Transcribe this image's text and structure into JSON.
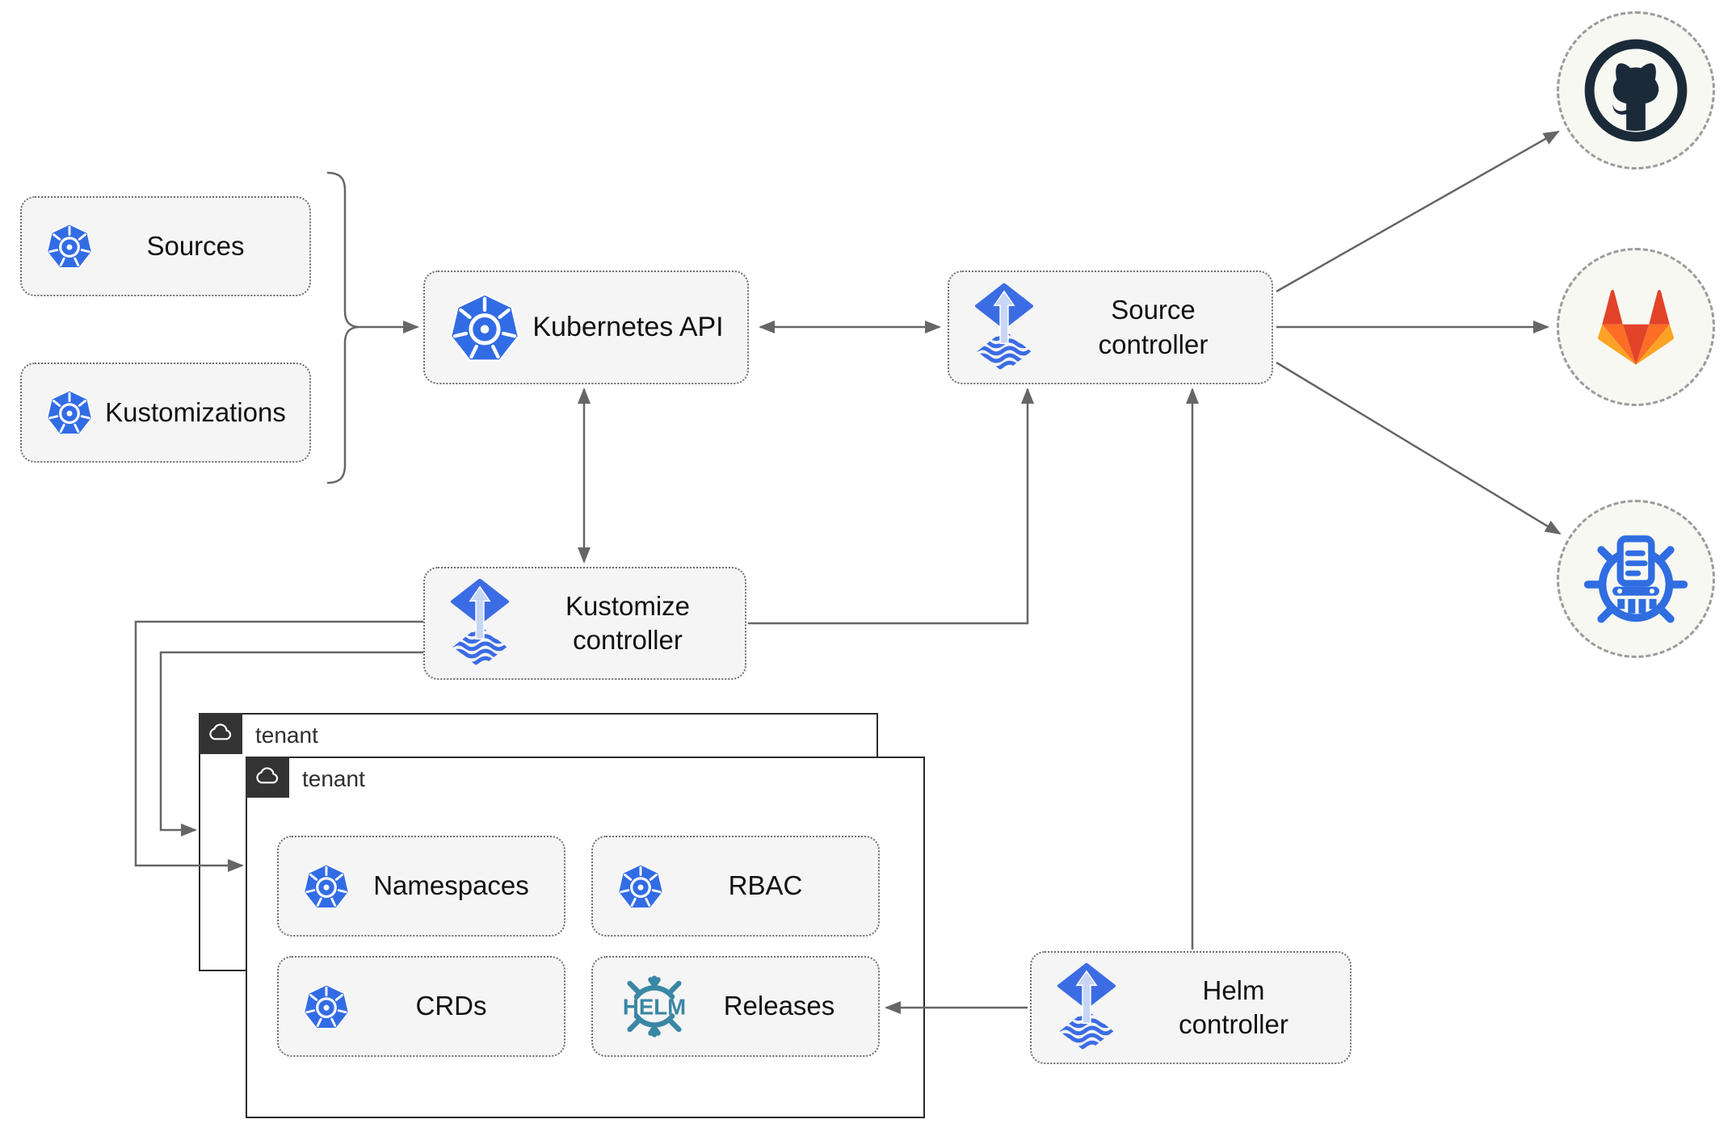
{
  "nodes": {
    "sources": {
      "label": "Sources",
      "icon": "kubernetes"
    },
    "kustomizations": {
      "label": "Kustomizations",
      "icon": "kubernetes"
    },
    "kubernetes_api": {
      "label": "Kubernetes API",
      "icon": "kubernetes"
    },
    "source_controller": {
      "label": "Source controller",
      "icon": "flux"
    },
    "kustomize_controller": {
      "label": "Kustomize controller",
      "icon": "flux"
    },
    "helm_controller": {
      "label": "Helm controller",
      "icon": "flux"
    }
  },
  "tenants": {
    "back": {
      "label": "tenant",
      "icon": "cloud"
    },
    "front": {
      "label": "tenant",
      "icon": "cloud"
    }
  },
  "tenant_resources": {
    "namespaces": {
      "label": "Namespaces",
      "icon": "kubernetes"
    },
    "rbac": {
      "label": "RBAC",
      "icon": "kubernetes"
    },
    "crds": {
      "label": "CRDs",
      "icon": "kubernetes"
    },
    "releases": {
      "label": "Releases",
      "icon": "helm"
    }
  },
  "helm_logo_text": "HELM",
  "endpoints": {
    "github": {
      "icon": "github"
    },
    "gitlab": {
      "icon": "gitlab"
    },
    "harbor": {
      "icon": "harbor-registry"
    }
  },
  "edges": [
    {
      "from": "sources/kustomizations",
      "to": "kubernetes_api",
      "style": "arrow"
    },
    {
      "from": "kubernetes_api",
      "to": "source_controller",
      "style": "double-arrow"
    },
    {
      "from": "kubernetes_api",
      "to": "kustomize_controller",
      "style": "double-arrow"
    },
    {
      "from": "kustomize_controller",
      "to": "source_controller",
      "style": "arrow"
    },
    {
      "from": "helm_controller",
      "to": "source_controller",
      "style": "arrow"
    },
    {
      "from": "helm_controller",
      "to": "releases",
      "style": "arrow"
    },
    {
      "from": "kustomize_controller",
      "to": "tenant-front",
      "style": "arrow"
    },
    {
      "from": "kustomize_controller",
      "to": "tenant-back",
      "style": "arrow"
    },
    {
      "from": "source_controller",
      "to": "github",
      "style": "arrow"
    },
    {
      "from": "source_controller",
      "to": "gitlab",
      "style": "arrow"
    },
    {
      "from": "source_controller",
      "to": "harbor",
      "style": "arrow"
    }
  ],
  "colors": {
    "kubernetes_blue": "#326ce5",
    "flux_blue": "#3b6ce4",
    "flux_arrow_light": "#c7d5f6",
    "helm_teal": "#3a87a5",
    "github_dark": "#1b2a38",
    "gitlab_red": "#e24329",
    "gitlab_orange": "#fc6d26",
    "gitlab_amber": "#fca326",
    "harbor_blue": "#2f6de1",
    "node_fill": "#f5f5f5",
    "node_border": "#6e6e6e",
    "connector": "#666666",
    "tenant_border": "#2b2b2b",
    "tenant_tab": "#333333",
    "endpoint_fill": "#f8f8f3"
  }
}
